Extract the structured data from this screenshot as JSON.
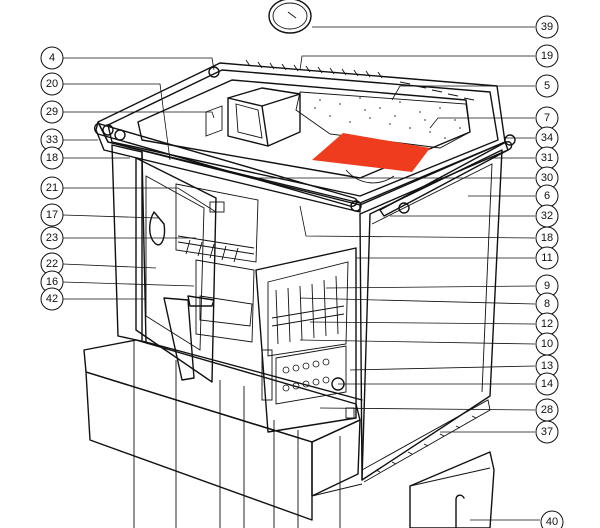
{
  "diagram": {
    "highlight_color": "#f03c1e",
    "callouts": [
      {
        "id": "c4",
        "label": "4"
      },
      {
        "id": "c20",
        "label": "20"
      },
      {
        "id": "c29",
        "label": "29"
      },
      {
        "id": "c33",
        "label": "33"
      },
      {
        "id": "c18a",
        "label": "18"
      },
      {
        "id": "c21",
        "label": "21"
      },
      {
        "id": "c17",
        "label": "17"
      },
      {
        "id": "c23",
        "label": "23"
      },
      {
        "id": "c22",
        "label": "22"
      },
      {
        "id": "c16",
        "label": "16"
      },
      {
        "id": "c42",
        "label": "42"
      },
      {
        "id": "c39",
        "label": "39"
      },
      {
        "id": "c19",
        "label": "19"
      },
      {
        "id": "c5",
        "label": "5"
      },
      {
        "id": "c7",
        "label": "7"
      },
      {
        "id": "c34",
        "label": "34"
      },
      {
        "id": "c31",
        "label": "31"
      },
      {
        "id": "c30",
        "label": "30"
      },
      {
        "id": "c6",
        "label": "6"
      },
      {
        "id": "c32",
        "label": "32"
      },
      {
        "id": "c18b",
        "label": "18"
      },
      {
        "id": "c11",
        "label": "11"
      },
      {
        "id": "c9",
        "label": "9"
      },
      {
        "id": "c8",
        "label": "8"
      },
      {
        "id": "c12",
        "label": "12"
      },
      {
        "id": "c10",
        "label": "10"
      },
      {
        "id": "c13",
        "label": "13"
      },
      {
        "id": "c14",
        "label": "14"
      },
      {
        "id": "c28",
        "label": "28"
      },
      {
        "id": "c37",
        "label": "37"
      },
      {
        "id": "c40",
        "label": "40"
      }
    ]
  }
}
